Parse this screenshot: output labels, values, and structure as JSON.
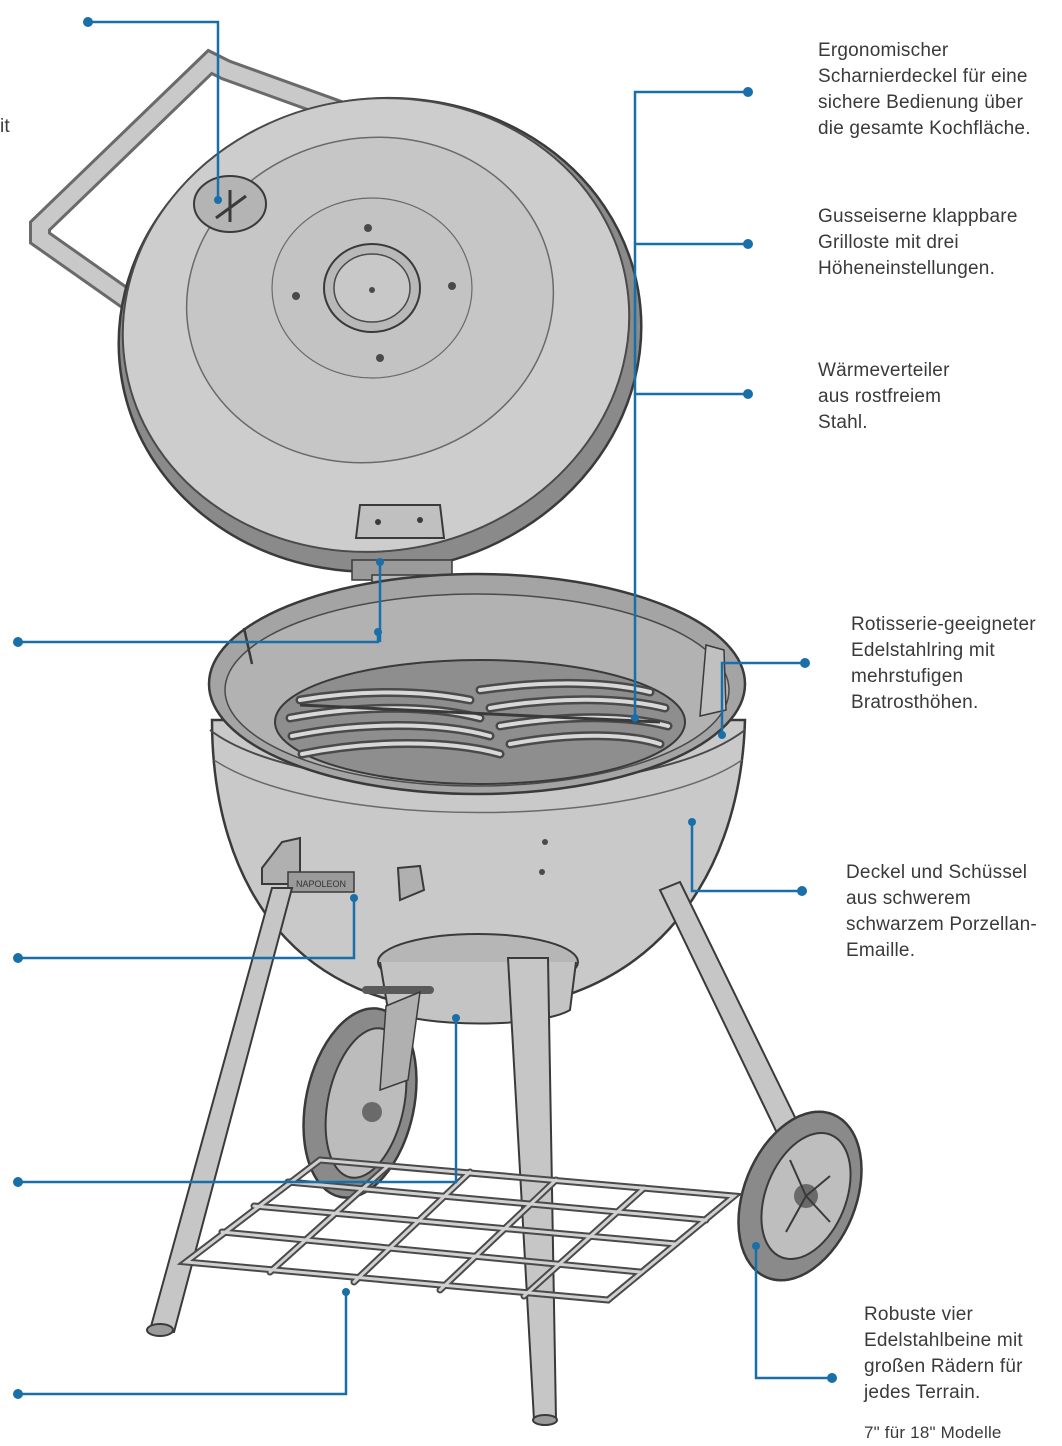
{
  "colors": {
    "leader": "#1a6fa8",
    "grill_fill": "#c9c9c9",
    "grill_stroke": "#4a4a4a",
    "text": "#3a3a3a"
  },
  "callouts": {
    "lid": "Ergonomischer\nScharnierdeckel für eine\nsichere Bedienung über\ndie gesamte Kochfläche.",
    "grate": "Gusseiserne klappbare\nGrilloste mit drei\nHöheneinstellungen.",
    "heat": "Wärmeverteiler\naus rostfreiem\nStahl.",
    "ring": "Rotisserie-geeigneter\nEdelstahlring mit\nmehrstufigen\nBratrosthöhen.",
    "bowl": "Deckel und Schüssel\naus schwerem\nschwarzem Porzellan-\nEmaille.",
    "legs": "Robuste vier\nEdelstahlbeine mit\ngroßen Rädern für\njedes Terrain.",
    "note": "7\" für 18\" Modelle",
    "left_fragment": "it"
  },
  "icons": {
    "brand_plate": "NAPOLEON"
  }
}
